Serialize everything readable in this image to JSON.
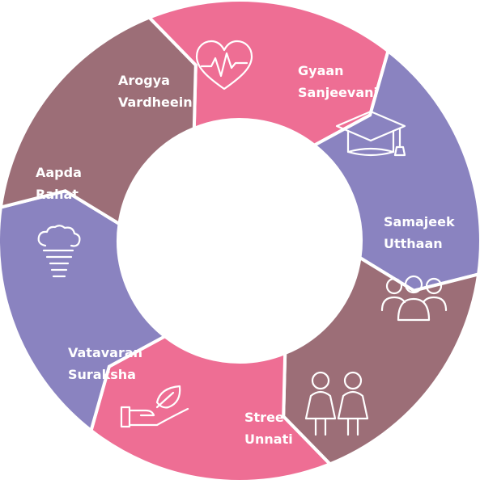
{
  "colors": {
    "pink": "#ee6e94",
    "purple": "#8a83c0",
    "mauve": "#9c6e77",
    "text": "#ffffff",
    "center": "#ffffff"
  },
  "segments": [
    {
      "id": "arogya",
      "lines": [
        "Arogya",
        "Vardheeini"
      ],
      "color": "#ee6e94",
      "icon": "heartbeat-icon"
    },
    {
      "id": "gyaan",
      "lines": [
        "Gyaan",
        "Sanjeevani"
      ],
      "color": "#8a83c0",
      "icon": "graduation-cap-icon"
    },
    {
      "id": "samajeek",
      "lines": [
        "Samajeek",
        "Utthaan"
      ],
      "color": "#9c6e77",
      "icon": "people-group-icon"
    },
    {
      "id": "stree",
      "lines": [
        "Stree",
        "Unnati"
      ],
      "color": "#ee6e94",
      "icon": "women-icon"
    },
    {
      "id": "vatavaran",
      "lines": [
        "Vatavaran",
        "Suraksha"
      ],
      "color": "#8a83c0",
      "icon": "hand-leaf-icon"
    },
    {
      "id": "aapda",
      "lines": [
        "Aapda",
        "Rahat"
      ],
      "color": "#9c6e77",
      "icon": "tornado-icon"
    }
  ]
}
